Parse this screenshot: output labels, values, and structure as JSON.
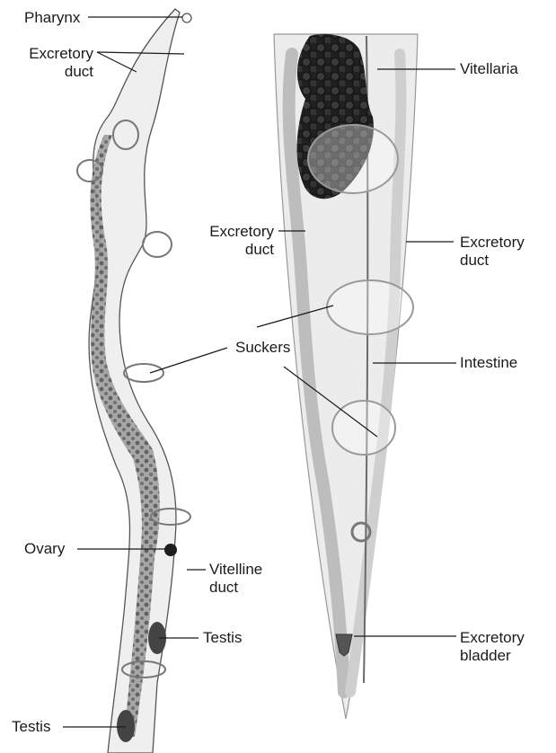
{
  "labels": {
    "pharynx": "Pharynx",
    "excretory_duct_left": {
      "line1": "Excretory",
      "line2": "duct"
    },
    "suckers": "Suckers",
    "ovary": "Ovary",
    "vitelline_duct": {
      "line1": "Vitelline",
      "line2": "duct"
    },
    "testis_upper": "Testis",
    "testis_lower": "Testis",
    "vitellaria": "Vitellaria",
    "excretory_duct_mid": {
      "line1": "Excretory",
      "line2": "duct"
    },
    "excretory_duct_right": {
      "line1": "Excretory",
      "line2": "duct"
    },
    "intestine": "Intestine",
    "excretory_bladder": {
      "line1": "Excretory",
      "line2": "bladder"
    }
  },
  "colors": {
    "ink": "#1a1a1a",
    "body_fill": "#ececec",
    "vitellaria": "#2a2a2a"
  }
}
